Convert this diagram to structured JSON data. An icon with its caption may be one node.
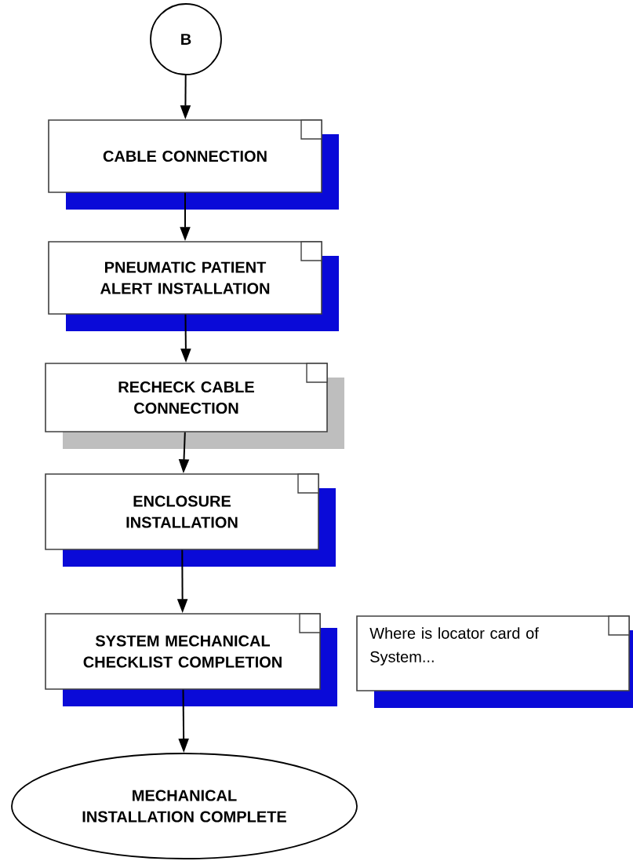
{
  "diagram": {
    "nodes": [
      {
        "text": [
          "B"
        ]
      },
      {
        "text": [
          "CABLE CONNECTION"
        ]
      },
      {
        "text": [
          "PNEUMATIC PATIENT ALERT INSTALLATION"
        ]
      },
      {
        "text": [
          "RECHECK CABLE CONNECTION"
        ]
      },
      {
        "text": [
          "ENCLOSURE INSTALLATION"
        ]
      },
      {
        "text": [
          "SYSTEM MECHANICAL CHECKLIST COMPLETION"
        ]
      },
      {
        "text": [
          "Where is locator card of System..."
        ]
      },
      {
        "text": [
          "MECHANICAL INSTALLATION COMPLETE"
        ]
      }
    ],
    "edges": [
      {
        "from": 0,
        "to": 1,
        "arrow": "to"
      },
      {
        "from": 1,
        "to": 2,
        "arrow": "to"
      },
      {
        "from": 2,
        "to": 3,
        "arrow": "to"
      },
      {
        "from": 3,
        "to": 4,
        "arrow": "to"
      },
      {
        "from": 4,
        "to": 5,
        "arrow": "to"
      },
      {
        "from": 5,
        "to": 7,
        "arrow": "to"
      }
    ]
  }
}
